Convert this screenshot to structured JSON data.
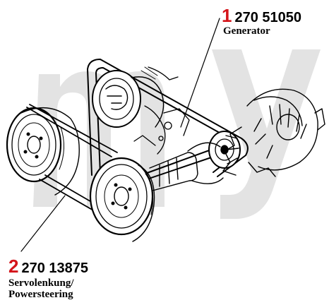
{
  "watermark": {
    "text": "my",
    "color": "#e3e3e3"
  },
  "callouts": [
    {
      "index": "1",
      "part_number": "270 51050",
      "lines": [
        "Generator"
      ]
    },
    {
      "index": "2",
      "part_number": "270 13875",
      "lines": [
        "Servolenkung/",
        "Powersteering"
      ]
    }
  ],
  "colors": {
    "index_red": "#d4141a",
    "ink": "#000000"
  },
  "icons": [
    "crankshaft-pulley-icon",
    "alternator-pulley-icon",
    "power-steering-pulley-icon",
    "alternator-icon",
    "tensioner-pulley-icon"
  ]
}
